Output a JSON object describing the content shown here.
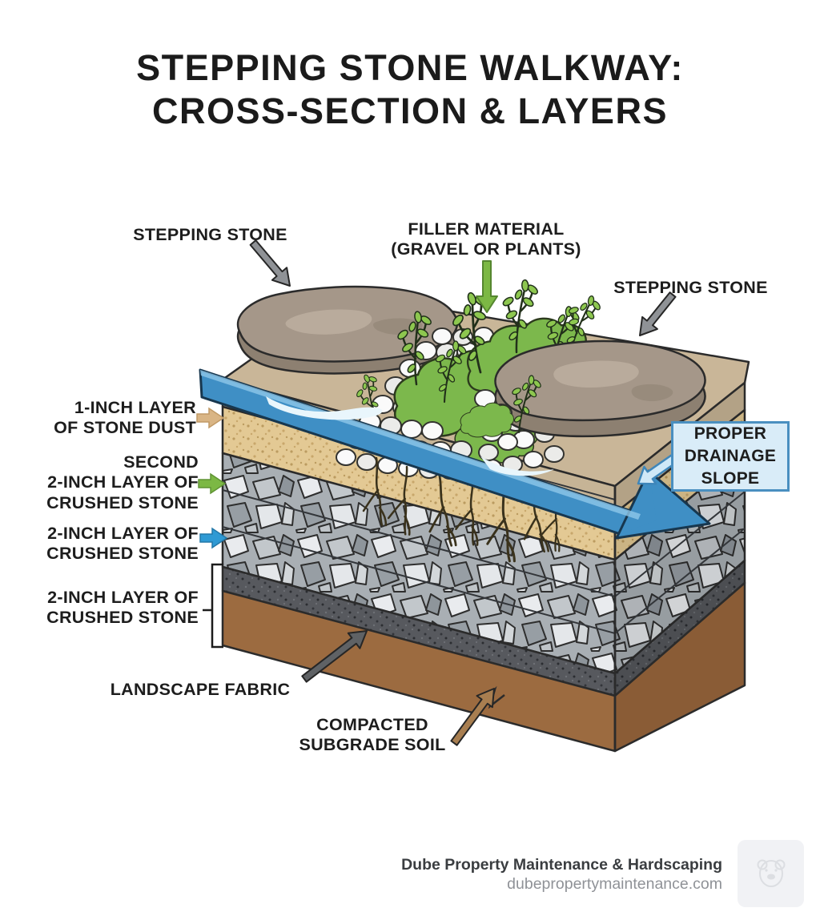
{
  "title": "STEPPING STONE WALKWAY:\nCROSS-SECTION & LAYERS",
  "labels": {
    "stepping_stone_left": "STEPPING STONE",
    "filler_material": "FILLER MATERIAL\n(GRAVEL OR PLANTS)",
    "stepping_stone_right": "STEPPING STONE",
    "stone_dust": "1-INCH LAYER\nOF STONE DUST",
    "crushed_second": "SECOND\n2-INCH LAYER OF\nCRUSHED STONE",
    "crushed_first": "2-INCH LAYER OF\nCRUSHED STONE",
    "crushed_third": "2-INCH LAYER OF\nCRUSHED STONE",
    "landscape_fabric": "LANDSCAPE FABRIC",
    "compacted_soil": "COMPACTED\nSUBGRADE SOIL",
    "drainage_slope": "PROPER\nDRAINAGE\nSLOPE"
  },
  "footer": {
    "brand": "Dube Property Maintenance & Hardscaping",
    "website": "dubepropertymaintenance.com"
  },
  "colors": {
    "drainage_blue": "#3f8fc5",
    "stream_highlight": "#e9f6fc",
    "stone_dust_tan": "#e3c994",
    "crushed_stone_gray": "#a9afb4",
    "landscape_fabric_gray": "#57595e",
    "subgrade_soil_brown": "#9c6b40",
    "stepping_stone_taupe": "#a59789",
    "moss_green": "#7cb84c",
    "leaf_green": "#8dc74f",
    "arrow_tan": "#d9b585",
    "arrow_green": "#7cb844",
    "arrow_blue": "#2f9ad4",
    "arrow_gray": "#8f9296",
    "arrow_dark_gray": "#5f6265",
    "arrow_brown": "#a87e50",
    "arrow_light_blue": "#cfe8f7",
    "drainage_box_bg": "#d9ecf8",
    "drainage_box_border": "#4a8fc0"
  }
}
